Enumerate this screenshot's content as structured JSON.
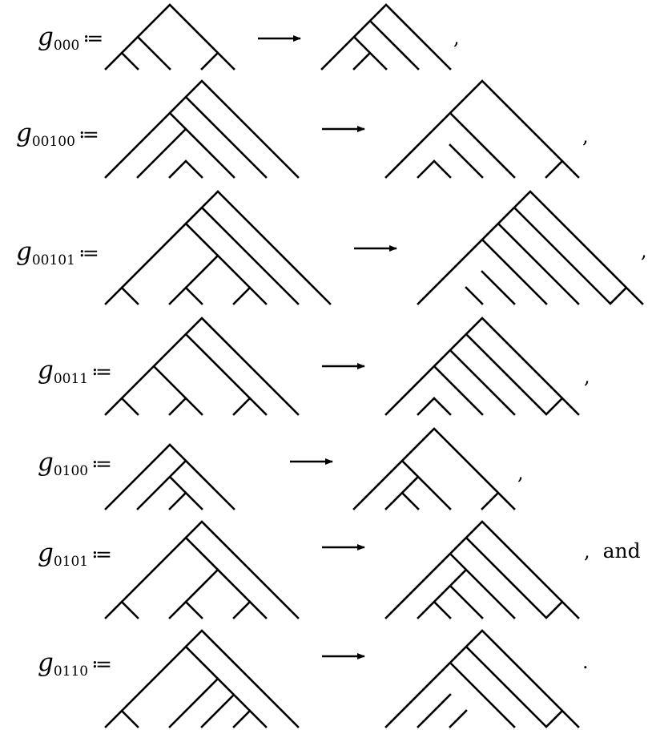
{
  "rows": [
    {
      "var": "g",
      "sub": "000",
      "op": "≔",
      "punct": ","
    },
    {
      "var": "g",
      "sub": "00100",
      "op": "≔",
      "punct": ","
    },
    {
      "var": "g",
      "sub": "00101",
      "op": "≔",
      "punct": ","
    },
    {
      "var": "g",
      "sub": "0011",
      "op": "≔",
      "punct": ","
    },
    {
      "var": "g",
      "sub": "0100",
      "op": "≔",
      "punct": ","
    },
    {
      "var": "g",
      "sub": "0101",
      "op": "≔",
      "punct": ",",
      "tail": "and"
    },
    {
      "var": "g",
      "sub": "0110",
      "op": "≔",
      "punct": "."
    }
  ]
}
